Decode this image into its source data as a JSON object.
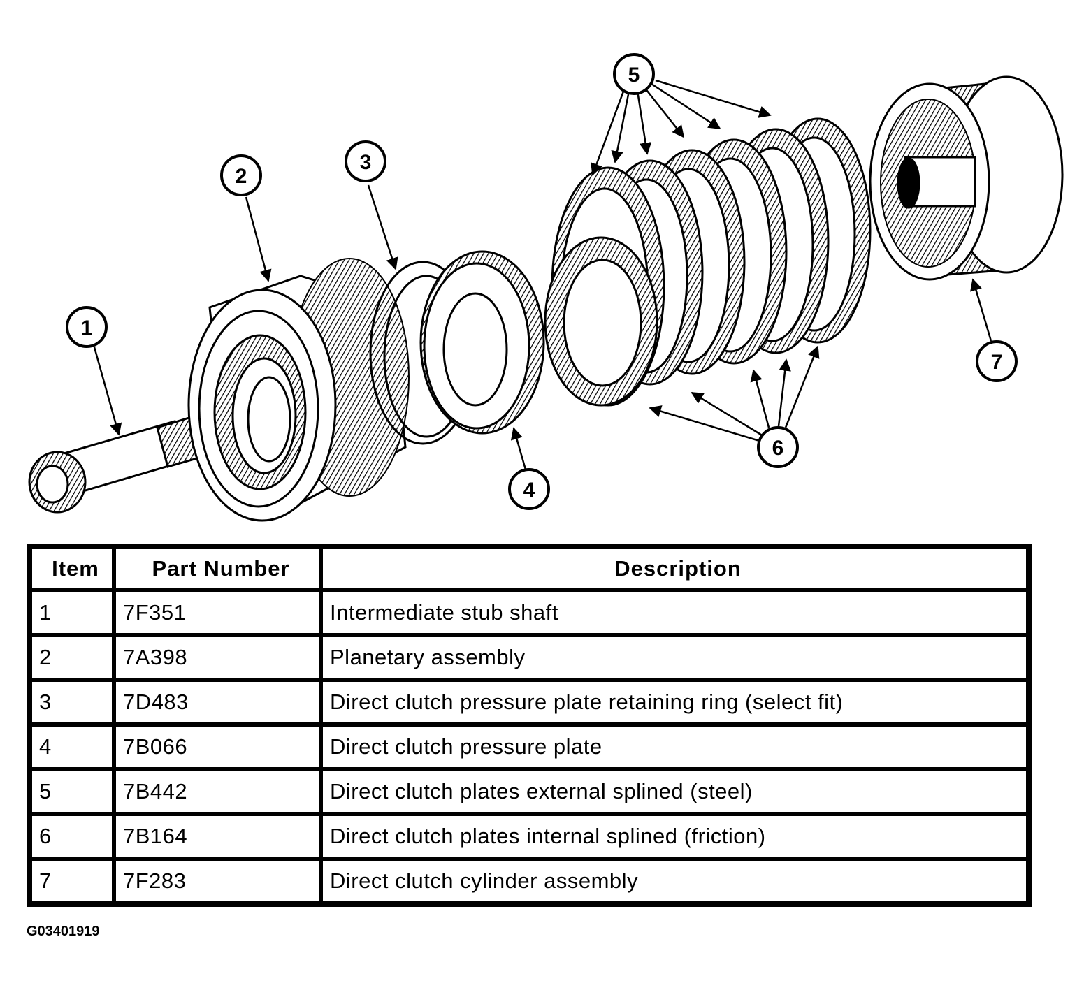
{
  "diagram": {
    "callouts": [
      "1",
      "2",
      "3",
      "4",
      "5",
      "6",
      "7"
    ]
  },
  "table": {
    "headers": [
      "Item",
      "Part Number",
      "Description"
    ],
    "rows": [
      {
        "item": "1",
        "part": "7F351",
        "desc": "Intermediate stub shaft"
      },
      {
        "item": "2",
        "part": "7A398",
        "desc": "Planetary assembly"
      },
      {
        "item": "3",
        "part": "7D483",
        "desc": "Direct clutch pressure plate retaining ring (select fit)"
      },
      {
        "item": "4",
        "part": "7B066",
        "desc": "Direct clutch pressure plate"
      },
      {
        "item": "5",
        "part": "7B442",
        "desc": "Direct clutch plates external splined (steel)"
      },
      {
        "item": "6",
        "part": "7B164",
        "desc": "Direct clutch plates internal splined (friction)"
      },
      {
        "item": "7",
        "part": "7F283",
        "desc": "Direct clutch cylinder assembly"
      }
    ]
  },
  "figure_id": "G03401919"
}
